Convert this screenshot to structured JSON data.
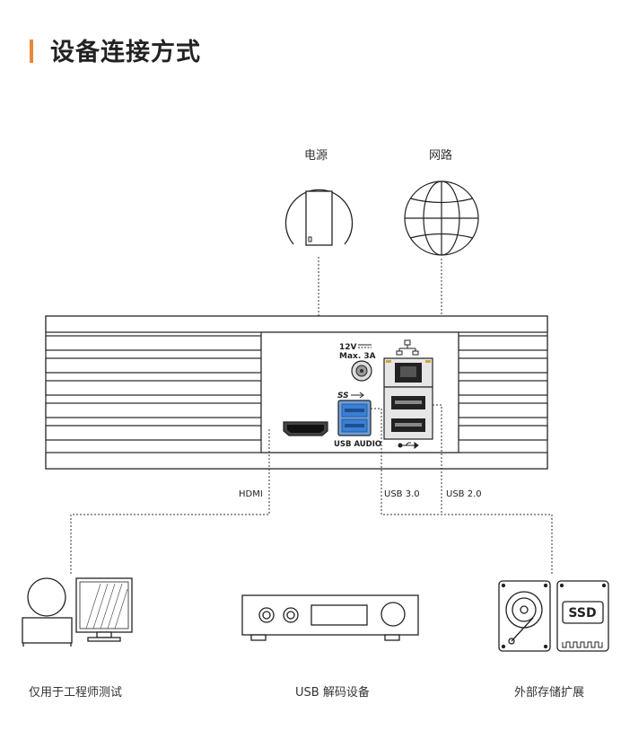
{
  "header": {
    "title": "设备连接方式"
  },
  "top_devices": {
    "power_label": "电源",
    "network_label": "网路"
  },
  "panel": {
    "power_spec_line1": "12V",
    "power_spec_line2": "Max. 3A",
    "usb_audio_label": "USB AUDIO"
  },
  "ports": {
    "hdmi": "HDMI",
    "usb3": "USB 3.0",
    "usb2": "USB 2.0"
  },
  "bottom_devices": {
    "monitor_label": "仅用于工程师测试",
    "dac_label": "USB 解码设备",
    "storage_label": "外部存储扩展",
    "ssd_text": "SSD"
  },
  "colors": {
    "accent": "#e8883a",
    "usb3_blue": "#3a7fd5",
    "line": "#222222"
  }
}
